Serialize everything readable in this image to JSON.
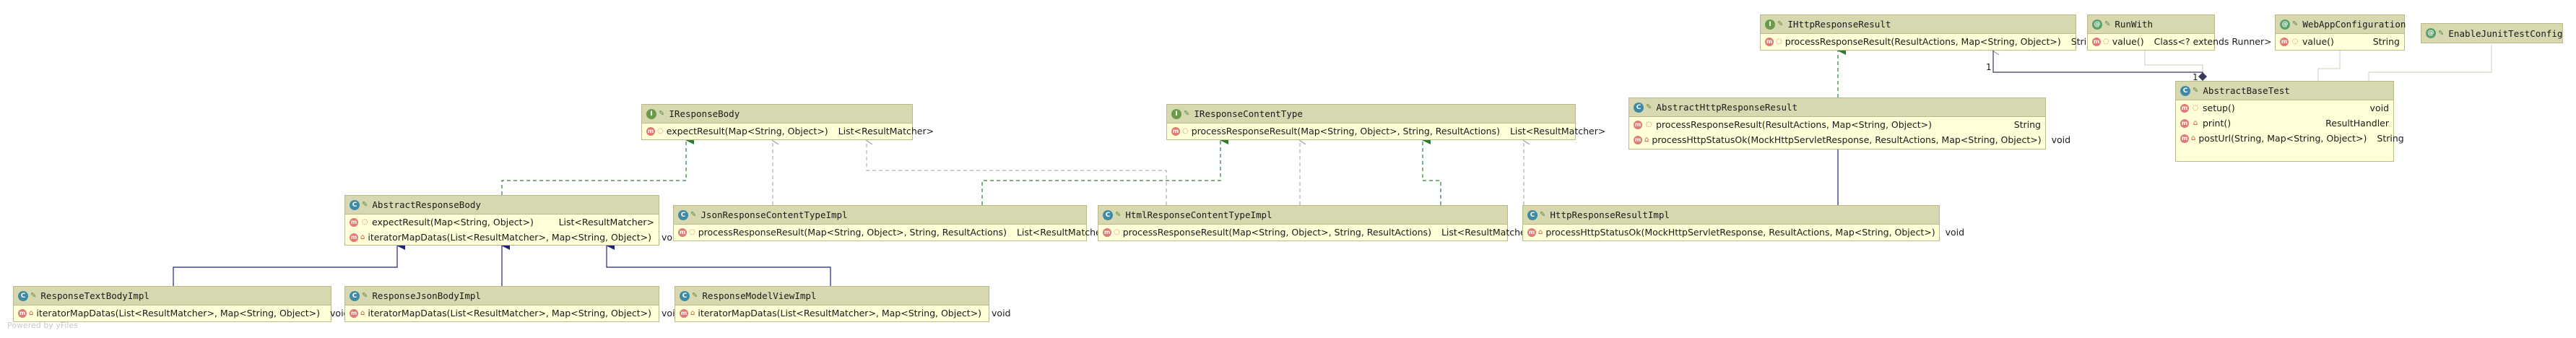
{
  "nodes": {
    "ihttp": {
      "title": "IHttpResponseResult",
      "kind": "I",
      "members": [
        {
          "sig": "processResponseResult(ResultActions, Map<String, Object>)",
          "ret": "String"
        }
      ]
    },
    "runwith": {
      "title": "RunWith",
      "kind": "@",
      "members": [
        {
          "sig": "value()",
          "ret": "Class<? extends Runner>"
        }
      ]
    },
    "webapp": {
      "title": "WebAppConfiguration",
      "kind": "@",
      "members": [
        {
          "sig": "value()",
          "ret": "String"
        }
      ]
    },
    "junit": {
      "title": "EnableJunitTestConfig",
      "kind": "@",
      "members": []
    },
    "iresponsebody": {
      "title": "IResponseBody",
      "kind": "I",
      "members": [
        {
          "sig": "expectResult(Map<String, Object>)",
          "ret": "List<ResultMatcher>"
        }
      ]
    },
    "icontenttype": {
      "title": "IResponseContentType",
      "kind": "I",
      "members": [
        {
          "sig": "processResponseResult(Map<String, Object>, String, ResultActions)",
          "ret": "List<ResultMatcher>"
        }
      ]
    },
    "abshttp": {
      "title": "AbstractHttpResponseResult",
      "kind": "C",
      "members": [
        {
          "sig": "processResponseResult(ResultActions, Map<String, Object>)",
          "ret": "String"
        },
        {
          "sig": "processHttpStatusOk(MockHttpServletResponse, ResultActions, Map<String, Object>)",
          "ret": "void"
        }
      ]
    },
    "absbase": {
      "title": "AbstractBaseTest",
      "kind": "C",
      "members": [
        {
          "sig": "setup()",
          "ret": "void"
        },
        {
          "sig": "print()",
          "ret": "ResultHandler"
        },
        {
          "sig": "postUrl(String, Map<String, Object>)",
          "ret": "String"
        }
      ]
    },
    "absresp": {
      "title": "AbstractResponseBody",
      "kind": "C",
      "members": [
        {
          "sig": "expectResult(Map<String, Object>)",
          "ret": "List<ResultMatcher>"
        },
        {
          "sig": "iteratorMapDatas(List<ResultMatcher>, Map<String, Object>)",
          "ret": "void"
        }
      ]
    },
    "jsonct": {
      "title": "JsonResponseContentTypeImpl",
      "kind": "C",
      "members": [
        {
          "sig": "processResponseResult(Map<String, Object>, String, ResultActions)",
          "ret": "List<ResultMatcher>"
        }
      ]
    },
    "htmlct": {
      "title": "HtmlResponseContentTypeImpl",
      "kind": "C",
      "members": [
        {
          "sig": "processResponseResult(Map<String, Object>, String, ResultActions)",
          "ret": "List<ResultMatcher>"
        }
      ]
    },
    "httpimpl": {
      "title": "HttpResponseResultImpl",
      "kind": "C",
      "members": [
        {
          "sig": "processHttpStatusOk(MockHttpServletResponse, ResultActions, Map<String, Object>)",
          "ret": "void"
        }
      ]
    },
    "textbody": {
      "title": "ResponseTextBodyImpl",
      "kind": "C",
      "members": [
        {
          "sig": "iteratorMapDatas(List<ResultMatcher>, Map<String, Object>)",
          "ret": "void"
        }
      ]
    },
    "jsonbody": {
      "title": "ResponseJsonBodyImpl",
      "kind": "C",
      "members": [
        {
          "sig": "iteratorMapDatas(List<ResultMatcher>, Map<String, Object>)",
          "ret": "void"
        }
      ]
    },
    "mvbody": {
      "title": "ResponseModelViewImpl",
      "kind": "C",
      "members": [
        {
          "sig": "iteratorMapDatas(List<ResultMatcher>, Map<String, Object>)",
          "ret": "void"
        }
      ]
    }
  },
  "multiplicity_a": "1",
  "multiplicity_b": "1",
  "watermark": "Powered by yFiles",
  "colors": {
    "implements": "#2e7d32",
    "extends": "#1a237e",
    "dependency": "#9e9e9e",
    "association": "#3a3a5a",
    "annotation": "#cfcfb8"
  }
}
